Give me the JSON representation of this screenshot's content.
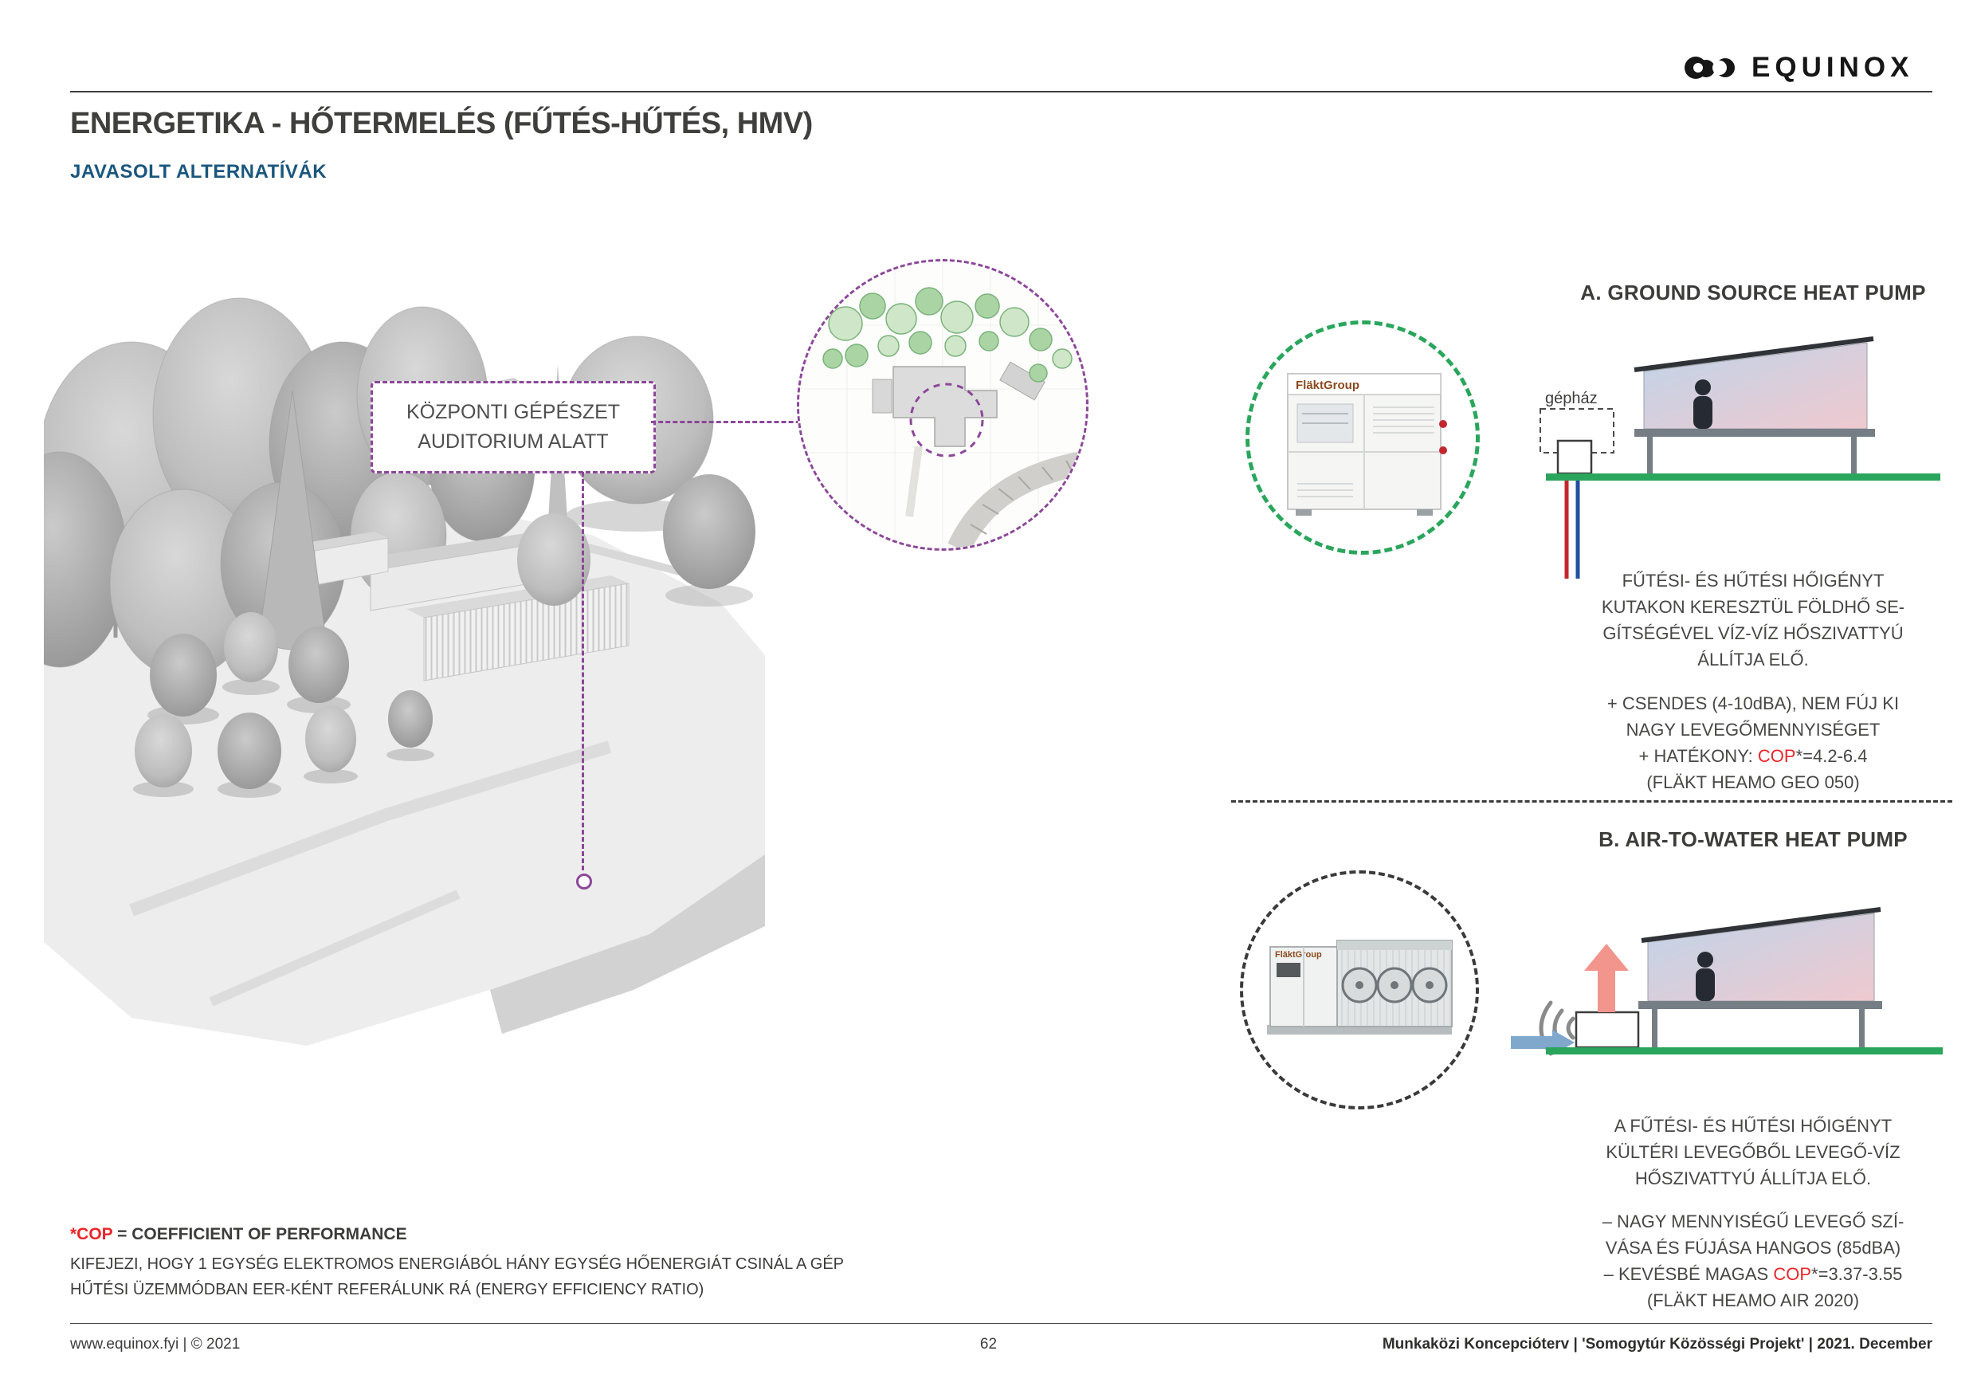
{
  "colors": {
    "accent_blue": "#19567d",
    "callout_purple": "#8c4799",
    "ground_green": "#2aa65c",
    "cop_red": "#e8262a",
    "arrow_blue": "#7fa8cc",
    "arrow_pink": "#f2958c"
  },
  "header": {
    "brand": "EQUINOX",
    "title": "ENERGETIKA - HŐTERMELÉS (FŰTÉS-HŰTÉS, HMV)",
    "subtitle": "JAVASOLT ALTERNATÍVÁK"
  },
  "callout": {
    "line1": "KÖZPONTI GÉPÉSZET",
    "line2": "AUDITORIUM ALATT"
  },
  "pumps": {
    "brand": "FläktGroup"
  },
  "section_a": {
    "heading": "A. GROUND SOURCE HEAT PUMP",
    "gephaz_label": "gépház",
    "description_lines": [
      "FŰTÉSI- ÉS HŰTÉSI HŐIGÉNYT",
      "KUTAKON KERESZTÜL FÖLDHŐ SE-",
      "GÍTSÉGÉVEL VÍZ-VÍZ HŐSZIVATTYÚ",
      "ÁLLÍTJA ELŐ."
    ],
    "bullets": {
      "line1": "+ CSENDES (4-10dBA), NEM FÚJ KI",
      "line2": "NAGY LEVEGŐMENNYISÉGET",
      "line3_prefix": "+ HATÉKONY: ",
      "line3_cop": "COP",
      "line3_value": "*=4.2-6.4",
      "line4": "(FLÄKT HEAMO GEO 050)"
    }
  },
  "section_b": {
    "heading": "B. AIR-TO-WATER HEAT PUMP",
    "description_lines": [
      "A FŰTÉSI- ÉS HŰTÉSI HŐIGÉNYT",
      "KÜLTÉRI LEVEGŐBŐL LEVEGŐ-VÍZ",
      "HŐSZIVATTYÚ ÁLLÍTJA ELŐ."
    ],
    "bullets": {
      "line1": "– NAGY MENNYISÉGŰ LEVEGŐ SZÍ-",
      "line2": "VÁSA ÉS FÚJÁSA HANGOS (85dBA)",
      "line3_prefix": "– KEVÉSBÉ MAGAS ",
      "line3_cop": "COP",
      "line3_value": "*=3.37-3.55",
      "line4": "(FLÄKT HEAMO AIR 2020)"
    }
  },
  "cop_note": {
    "term_red": "*COP",
    "term_rest": " = COEFFICIENT OF PERFORMANCE",
    "line1": "KIFEJEZI, HOGY 1 EGYSÉG ELEKTROMOS ENERGIÁBÓL HÁNY EGYSÉG HŐENERGIÁT CSINÁL A GÉP",
    "line2": "HŰTÉSI ÜZEMMÓDBAN EER-KÉNT REFERÁLUNK RÁ (ENERGY EFFICIENCY RATIO)"
  },
  "footer": {
    "left": "www.equinox.fyi | © 2021",
    "page": "62",
    "right": "Munkaközi Koncepcióterv | 'Somogytúr Közösségi Projekt' | 2021. December"
  }
}
